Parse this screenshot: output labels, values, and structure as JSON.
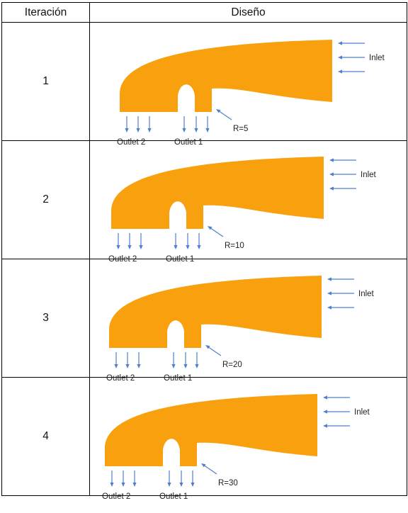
{
  "table": {
    "headers": {
      "iteration": "Iteración",
      "design": "Diseño"
    },
    "rows": [
      {
        "iteration": "1",
        "radius_label": "R=5",
        "inlet": "Inlet",
        "outlet1": "Outlet 1",
        "outlet2": "Outlet 2"
      },
      {
        "iteration": "2",
        "radius_label": "R=10",
        "inlet": "Inlet",
        "outlet1": "Outlet 1",
        "outlet2": "Outlet 2"
      },
      {
        "iteration": "3",
        "radius_label": "R=20",
        "inlet": "Inlet",
        "outlet1": "Outlet 1",
        "outlet2": "Outlet 2"
      },
      {
        "iteration": "4",
        "radius_label": "R=30",
        "inlet": "Inlet",
        "outlet1": "Outlet 1",
        "outlet2": "Outlet 2"
      }
    ]
  },
  "colors": {
    "body_fill": "#f8a00e",
    "arrow": "#4f7fcf",
    "border": "#000000"
  }
}
